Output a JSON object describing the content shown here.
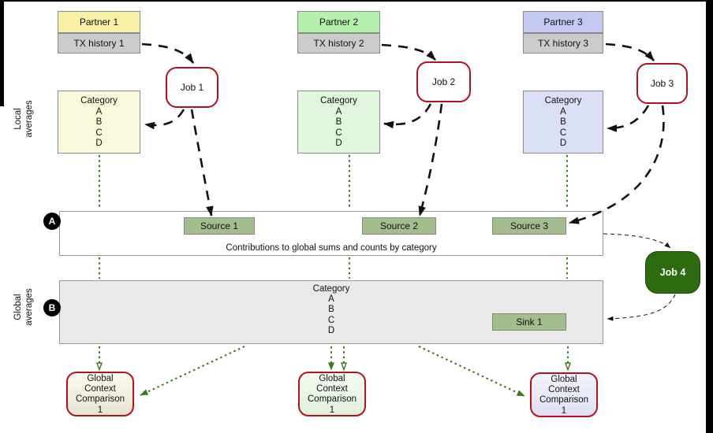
{
  "side_labels": {
    "local_line1": "Local",
    "local_line2": "averages",
    "global_line1": "Global",
    "global_line2": "averages"
  },
  "columns": [
    {
      "partner": "Partner 1",
      "tx_history": "TX history 1",
      "job": "Job 1",
      "category_title": "Category",
      "category_items": [
        "A",
        "B",
        "C",
        "D"
      ]
    },
    {
      "partner": "Partner 2",
      "tx_history": "TX history 2",
      "job": "Job 2",
      "category_title": "Category",
      "category_items": [
        "A",
        "B",
        "C",
        "D"
      ]
    },
    {
      "partner": "Partner 3",
      "tx_history": "TX history 3",
      "job": "Job 3",
      "category_title": "Category",
      "category_items": [
        "A",
        "B",
        "C",
        "D"
      ]
    }
  ],
  "row_a": {
    "marker": "A",
    "sources": [
      "Source 1",
      "Source 2",
      "Source 3"
    ],
    "caption": "Contributions to global sums and counts by category"
  },
  "row_b": {
    "marker": "B",
    "category_title": "Category",
    "category_items": [
      "A",
      "B",
      "C",
      "D"
    ],
    "sink": "Sink 1"
  },
  "job4": {
    "label": "Job 4"
  },
  "comparisons": [
    {
      "lines": [
        "Global",
        "Context",
        "Comparison",
        "1"
      ]
    },
    {
      "lines": [
        "Global",
        "Context",
        "Comparison",
        "1"
      ]
    },
    {
      "lines": [
        "Global",
        "Context",
        "Comparison",
        "1"
      ]
    }
  ],
  "colors": {
    "partner1_fill": "#F6F1A3",
    "partner2_fill": "#B2F0AB",
    "partner3_fill": "#C3C9F0",
    "tx_fill": "#CCCCCC",
    "category1_fill": "#FCFADC",
    "category2_fill": "#DFF8DC",
    "category3_fill": "#DBDFF8",
    "job_border": "#B0121E",
    "job4_fill": "#2D6A10",
    "source_fill": "#A3BD8F",
    "row_b_fill": "#E9E9E9",
    "comparison_border": "#B5121F",
    "green_dotted": "#3A7A1A",
    "arrow_black": "#111111",
    "marker_circle_fill": "#000000"
  }
}
